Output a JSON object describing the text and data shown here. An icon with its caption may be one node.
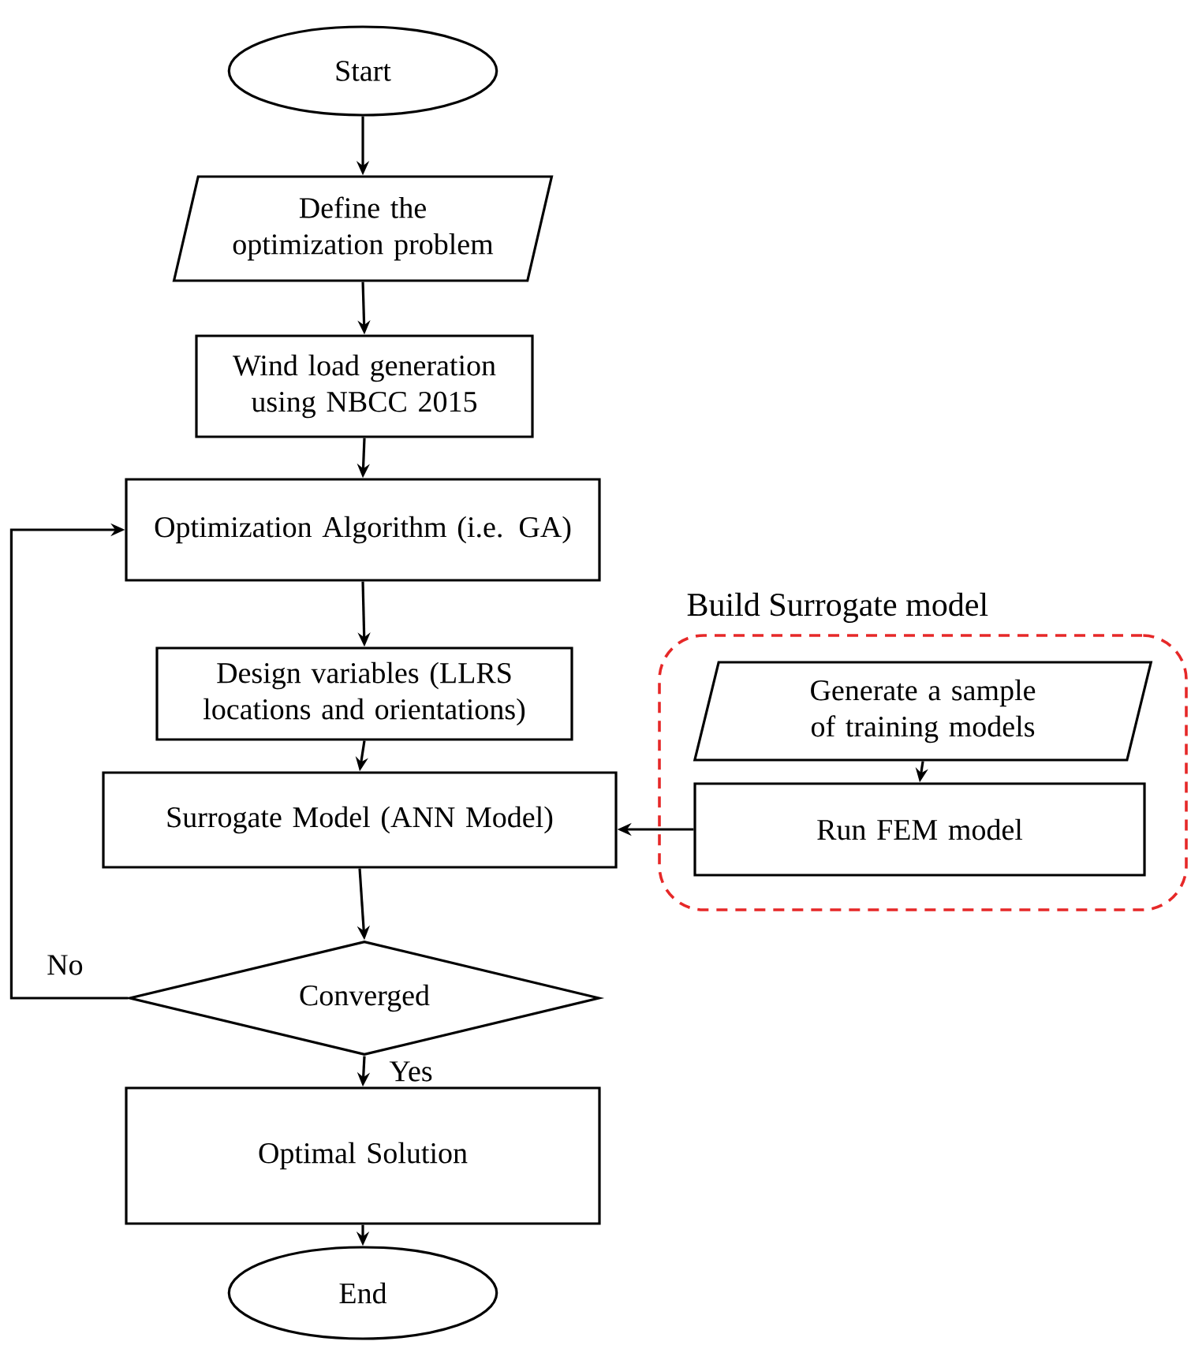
{
  "diagram": {
    "nodes": [
      {
        "text": [
          "Start"
        ]
      },
      {
        "text": [
          "Define the optimization problem"
        ]
      },
      {
        "text": [
          "Wind load generation using NBCC 2015"
        ]
      },
      {
        "text": [
          "Optimization Algorithm (i.e. GA)"
        ]
      },
      {
        "text": [
          "Design variables (LLRS locations and orientations)"
        ]
      },
      {
        "text": [
          "Surrogate Model (ANN Model)"
        ]
      },
      {
        "text": [
          "Converged"
        ]
      },
      {
        "text": [
          "Optimal Solution"
        ]
      },
      {
        "text": [
          "End"
        ]
      },
      {
        "text": [
          "Build Surrogate model"
        ]
      },
      {
        "text": [
          "Generate a sample of training models"
        ],
        "in": 9
      },
      {
        "text": [
          "Run FEM model"
        ],
        "in": 9
      }
    ],
    "edges": [
      {
        "from": 0,
        "to": 1,
        "arrow": "to"
      },
      {
        "from": 1,
        "to": 2,
        "arrow": "to"
      },
      {
        "from": 2,
        "to": 3,
        "arrow": "to"
      },
      {
        "from": 3,
        "to": 4,
        "arrow": "to"
      },
      {
        "from": 4,
        "to": 5,
        "arrow": "to"
      },
      {
        "from": 5,
        "to": 6,
        "arrow": "to"
      },
      {
        "from": 6,
        "to": 7,
        "arrow": "to",
        "label": "Yes"
      },
      {
        "from": 7,
        "to": 8,
        "arrow": "to"
      },
      {
        "from": 6,
        "to": 3,
        "arrow": "to",
        "label": "No"
      },
      {
        "from": 10,
        "to": 11,
        "arrow": "to"
      },
      {
        "from": 11,
        "to": 5,
        "arrow": "to"
      }
    ]
  }
}
